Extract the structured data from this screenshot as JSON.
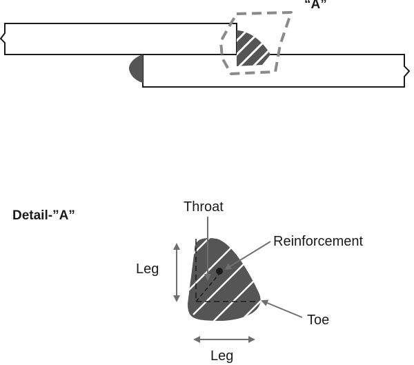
{
  "top_view": {
    "detail_marker": "“A”"
  },
  "detail": {
    "title": "Detail-”A”",
    "throat_label": "Throat",
    "reinforcement_label": "Reinforcement",
    "leg_vertical_label": "Leg",
    "leg_horizontal_label": "Leg",
    "toe_label": "Toe"
  },
  "colors": {
    "weld_fill": "#555555",
    "callout_gray": "#8a8a8a",
    "arrow_gray": "#6f6f6f",
    "outline": "#1a1a1a"
  }
}
